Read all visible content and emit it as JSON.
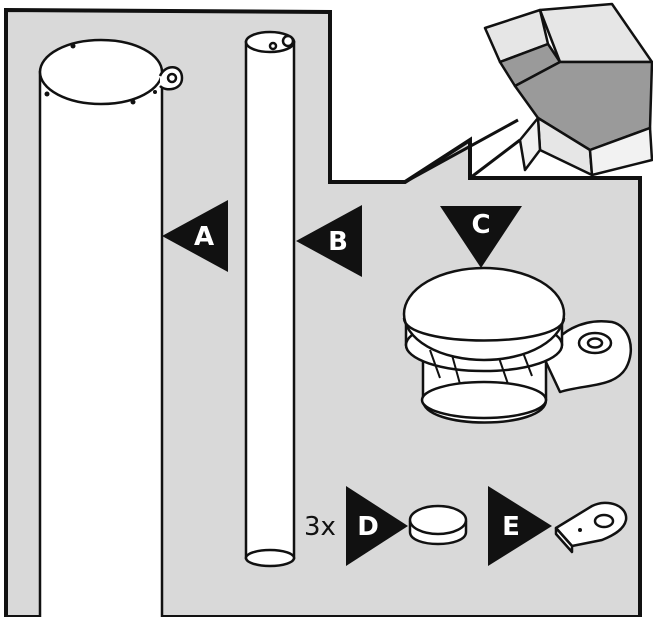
{
  "parts": {
    "a": {
      "label": "A"
    },
    "b": {
      "label": "B"
    },
    "c": {
      "label": "C"
    },
    "d": {
      "label": "D",
      "quantity": "3x"
    },
    "e": {
      "label": "E"
    }
  },
  "colors": {
    "panel": "#d9d9d9",
    "outline": "#111111",
    "pointer": "#111111",
    "part_fill": "#ffffff",
    "box_inner": "#9a9a9a",
    "box_face": "#e6e6e6"
  }
}
